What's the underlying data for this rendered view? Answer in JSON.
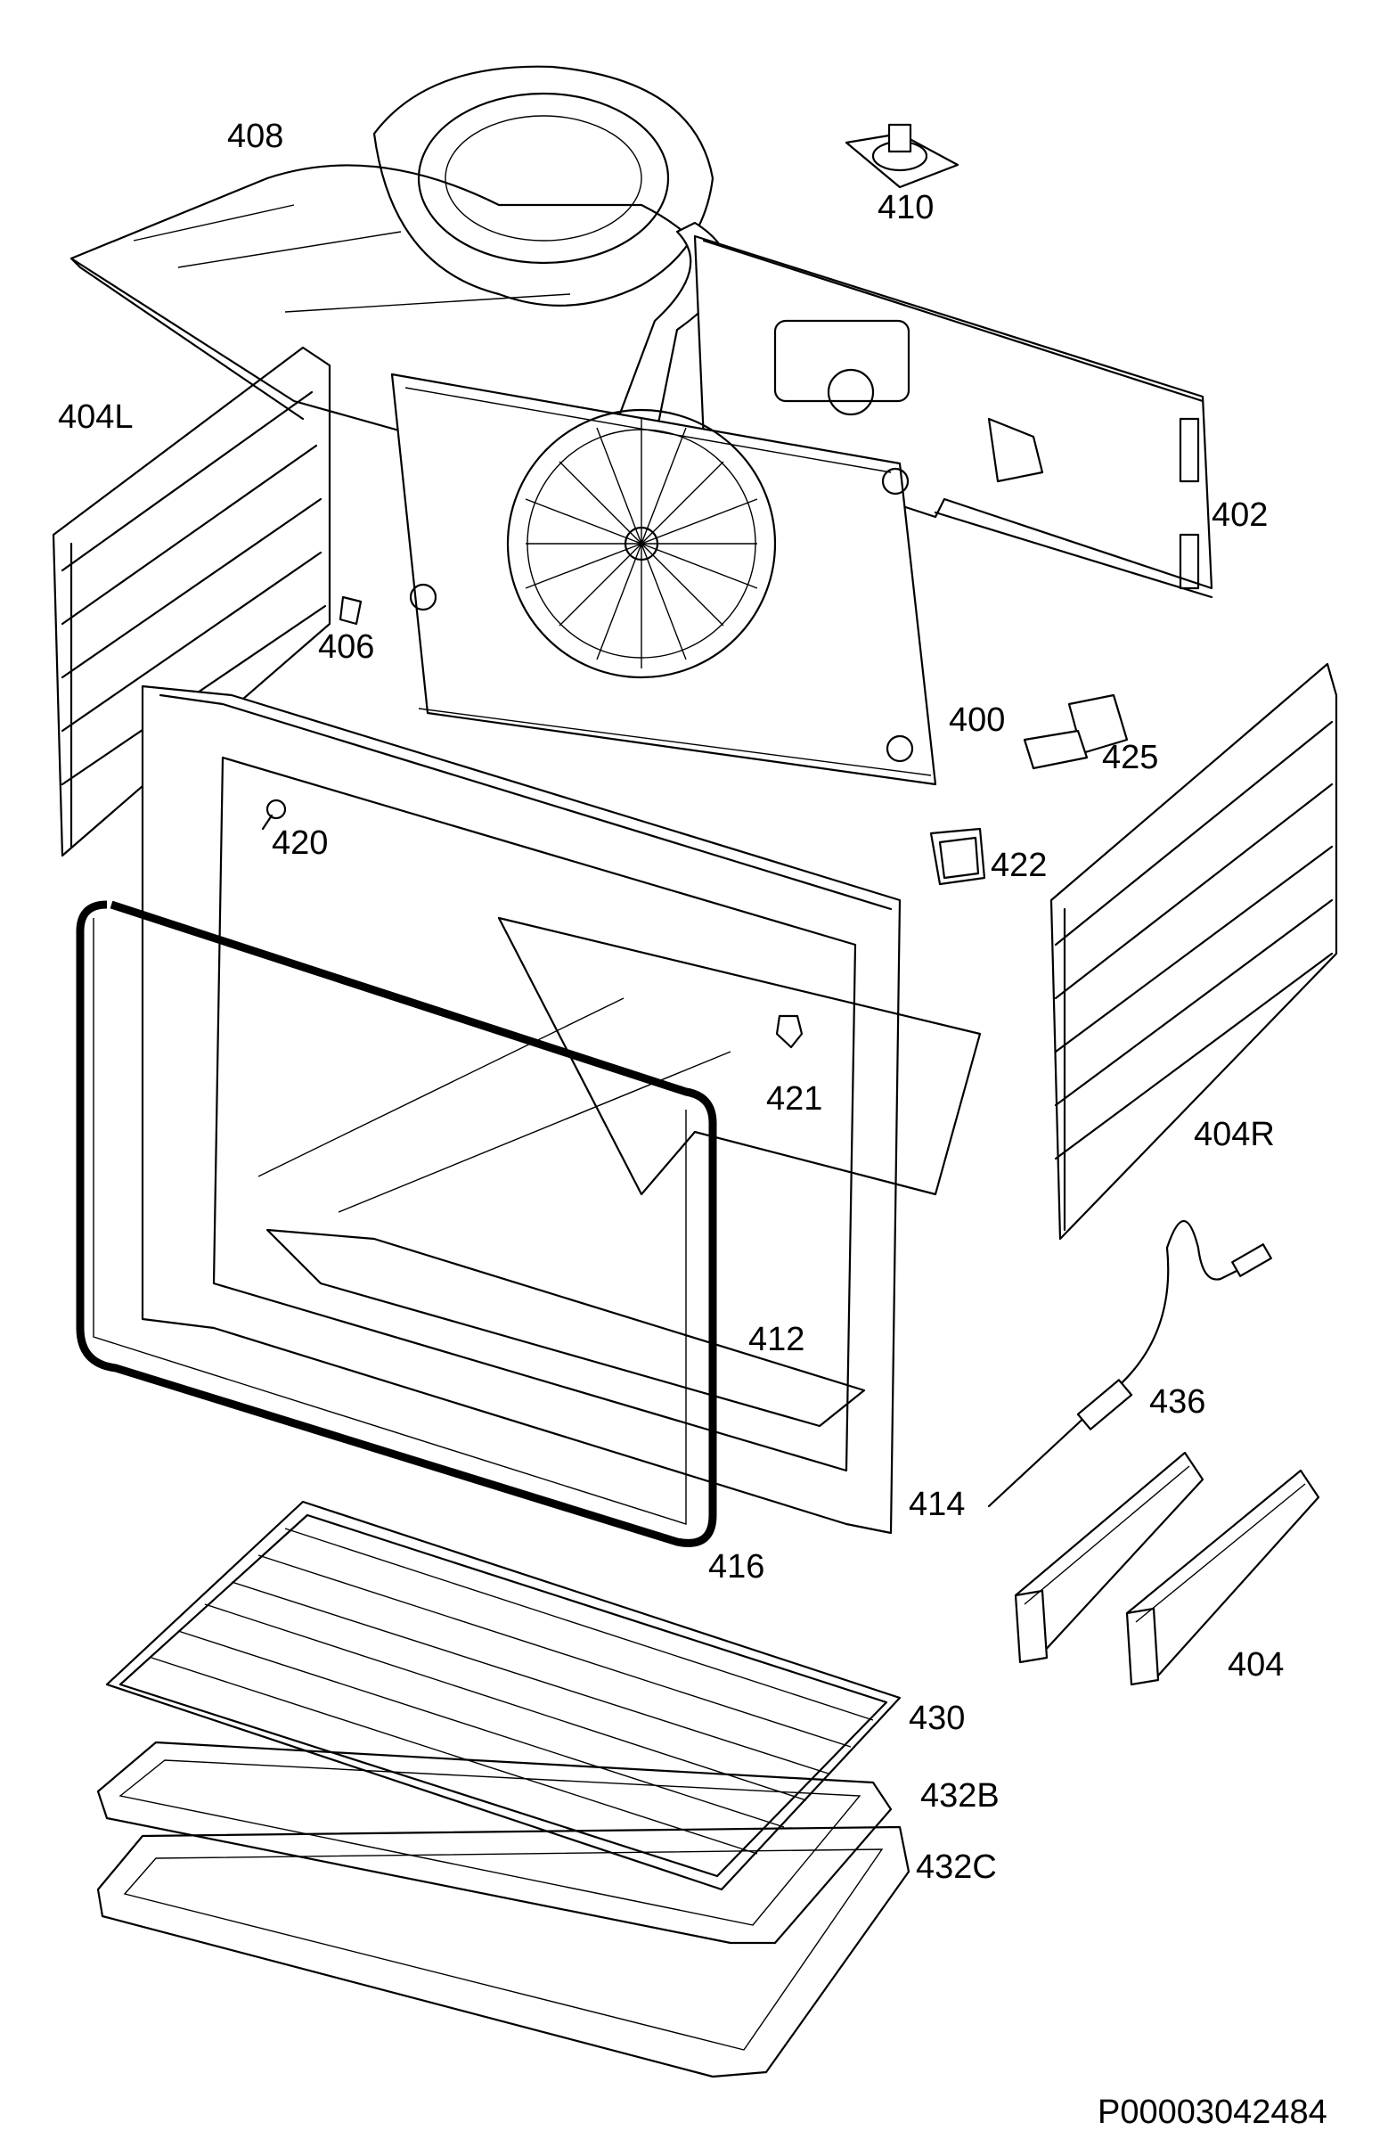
{
  "diagram": {
    "doc_code": "P00003042484",
    "labels": {
      "p400": "400",
      "p402": "402",
      "p404": "404",
      "p404L": "404L",
      "p404R": "404R",
      "p406": "406",
      "p408": "408",
      "p410": "410",
      "p412": "412",
      "p414": "414",
      "p416": "416",
      "p420": "420",
      "p421": "421",
      "p422": "422",
      "p425": "425",
      "p430": "430",
      "p432B": "432B",
      "p432C": "432C",
      "p436": "436"
    }
  }
}
